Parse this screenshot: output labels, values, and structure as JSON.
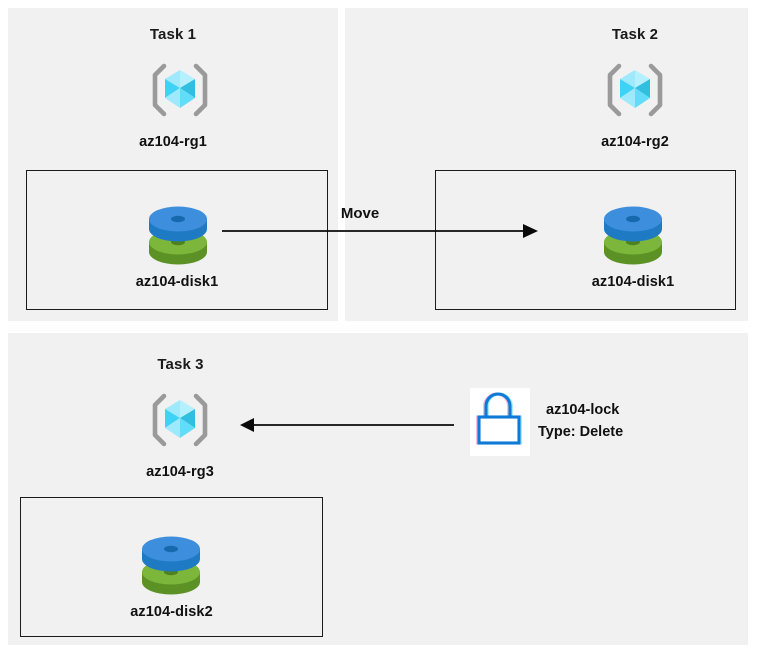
{
  "diagram": {
    "background_color": "#ffffff",
    "panel_color": "#f1f1f1",
    "accent_blue": "#0078d4",
    "disk_blue": "#3e8ede",
    "disk_green": "#7cb63a",
    "cube_cyan": "#74e0fb",
    "bracket_gray": "#9a9a9a"
  },
  "panels": [
    {
      "id": "task1",
      "title": "Task 1",
      "resource_group": {
        "icon": "resource-group-icon",
        "label": "az104-rg1"
      },
      "contained_resource": {
        "icon": "managed-disk-icon",
        "label": "az104-disk1"
      }
    },
    {
      "id": "task2",
      "title": "Task 2",
      "resource_group": {
        "icon": "resource-group-icon",
        "label": "az104-rg2"
      },
      "contained_resource": {
        "icon": "managed-disk-icon",
        "label": "az104-disk1"
      }
    },
    {
      "id": "task3",
      "title": "Task 3",
      "resource_group": {
        "icon": "resource-group-icon",
        "label": "az104-rg3"
      },
      "contained_resource": {
        "icon": "managed-disk-icon",
        "label": "az104-disk2"
      }
    }
  ],
  "connectors": [
    {
      "id": "move-arrow",
      "label": "Move",
      "direction": "right",
      "from": "az104-disk1 in az104-rg1",
      "to": "az104-disk1 in az104-rg2"
    },
    {
      "id": "lock-arrow",
      "label": "",
      "direction": "left",
      "from": "az104-lock",
      "to": "az104-rg3"
    }
  ],
  "lock": {
    "icon": "lock-icon",
    "name": "az104-lock",
    "type_line": "Type: Delete"
  }
}
